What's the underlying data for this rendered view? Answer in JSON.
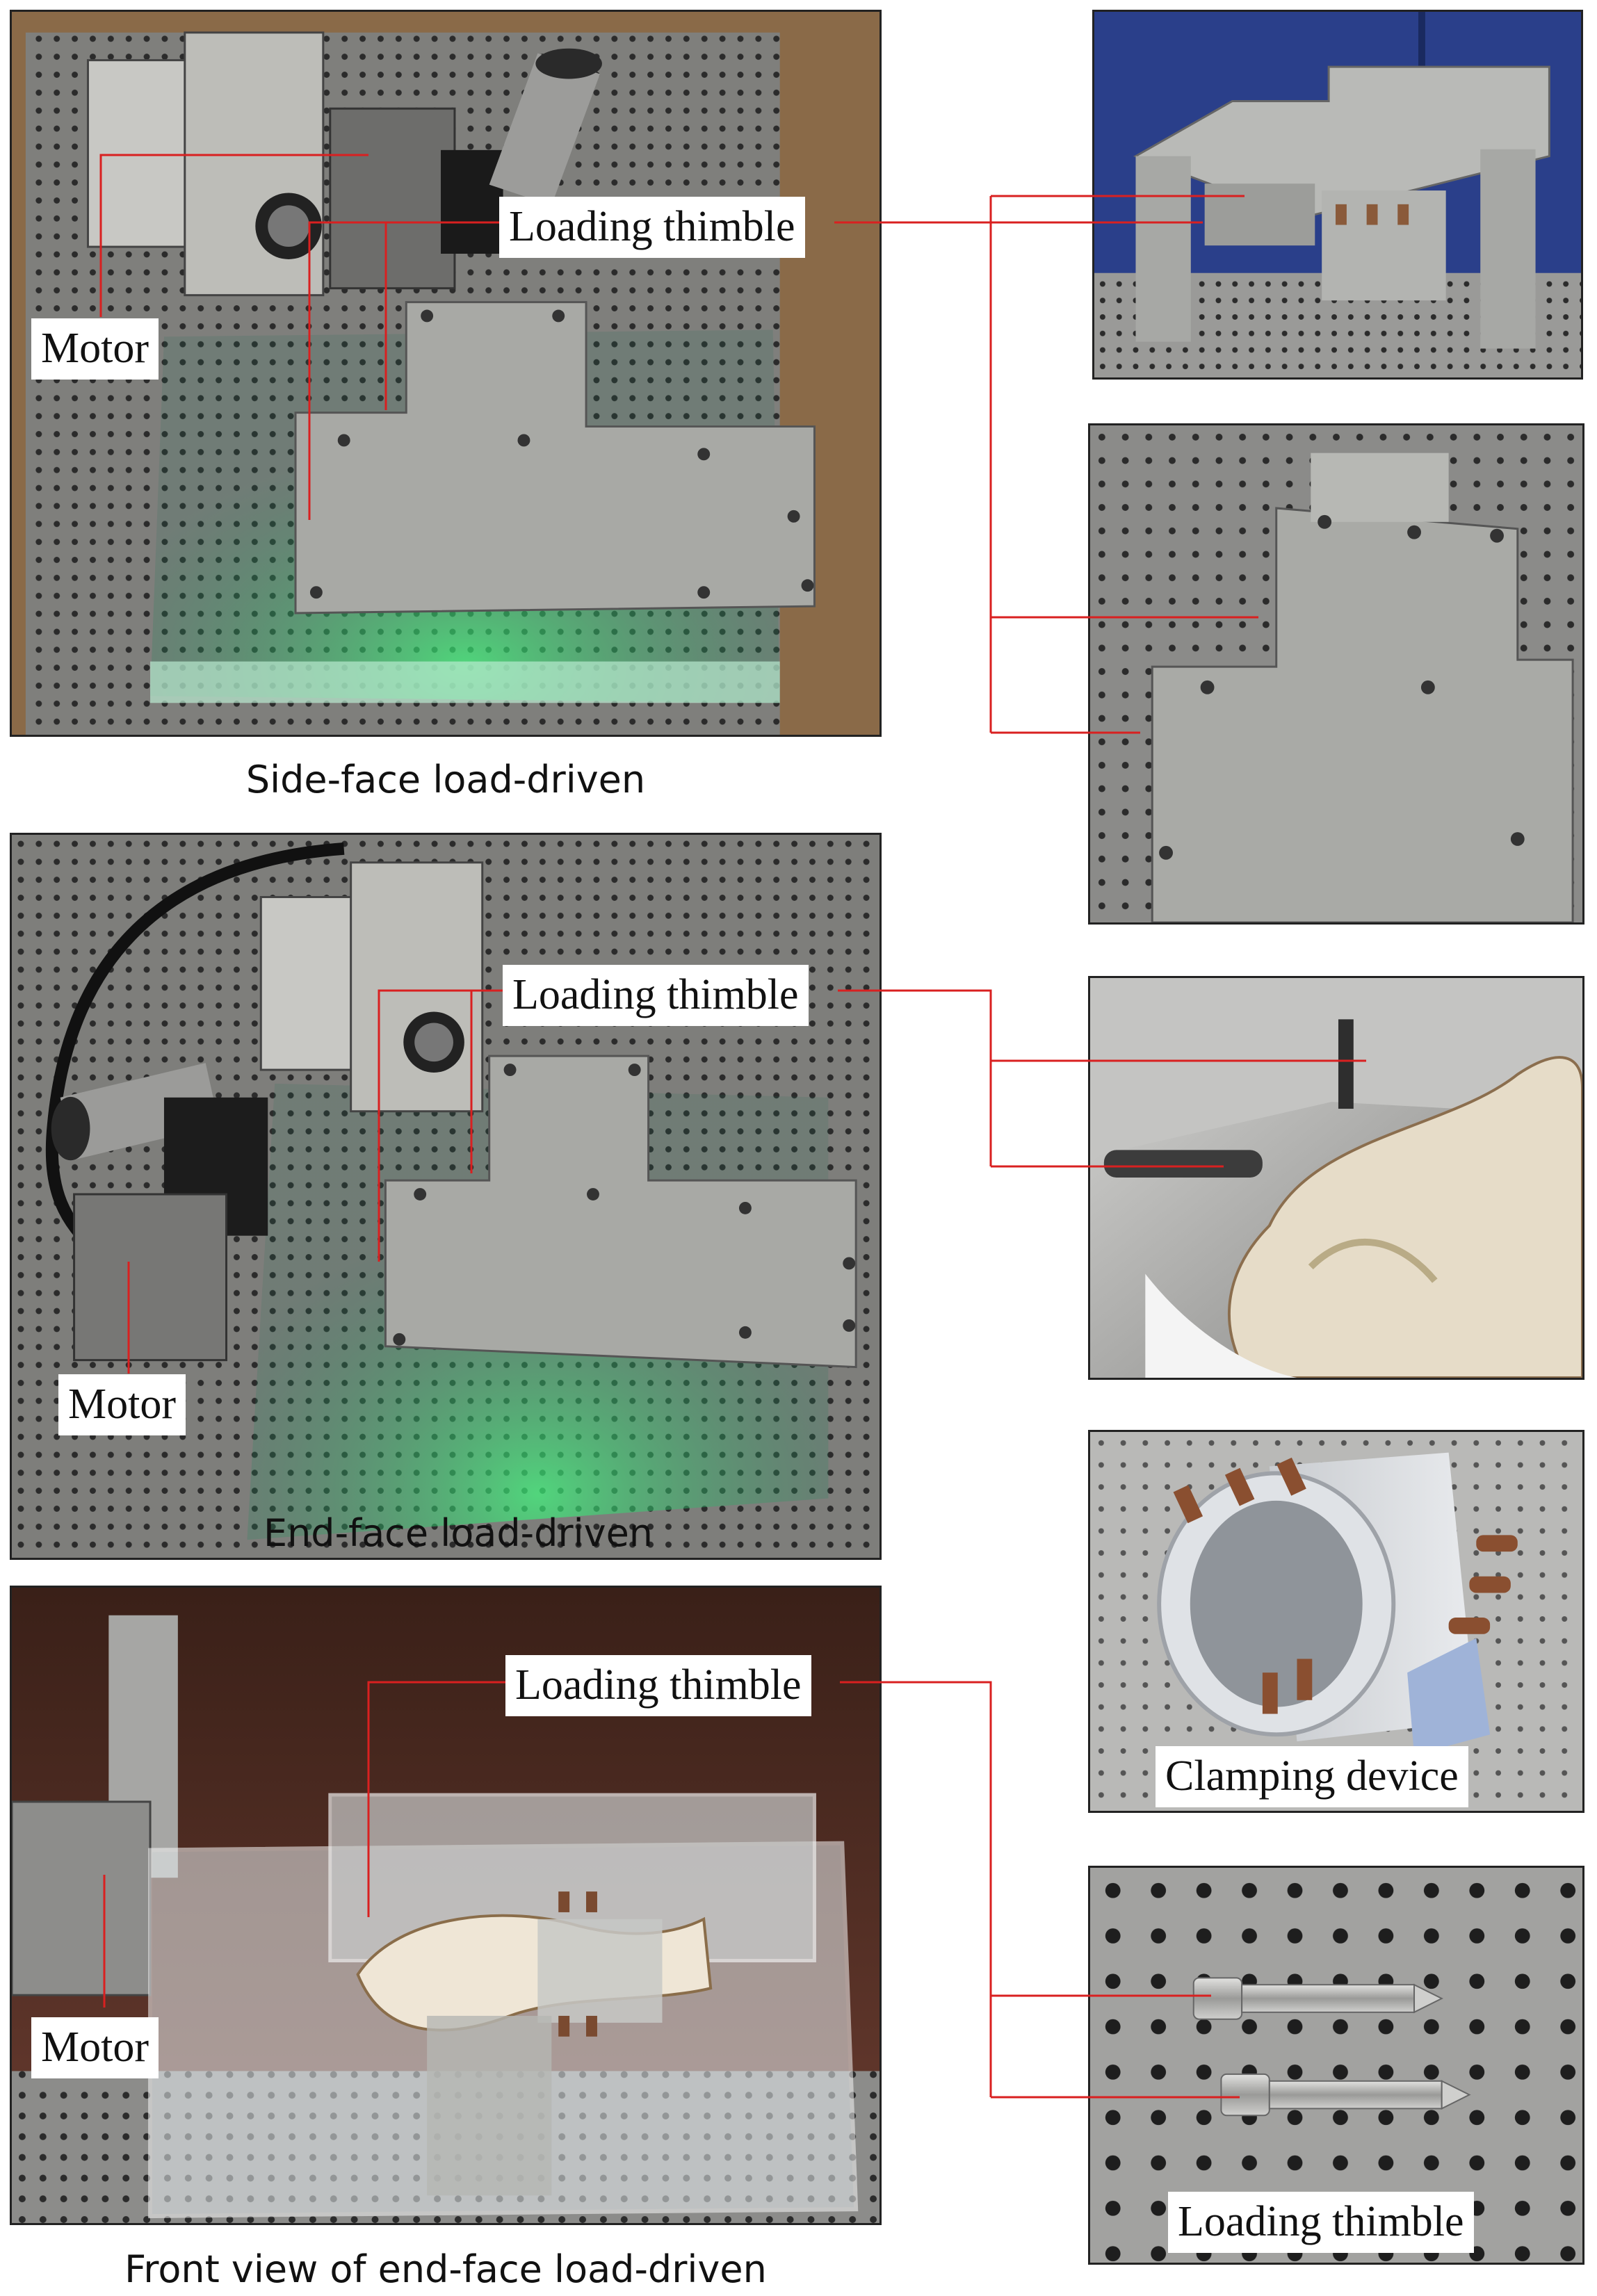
{
  "labels": {
    "loading_thimble": "Loading thimble",
    "motor": "Motor",
    "clamping_device": "Clamping device"
  },
  "captions": {
    "side_face": "Side-face load-driven",
    "end_face": "End-face load-driven",
    "front_view": "Front view of end-face load-driven"
  },
  "colors": {
    "connector": "#d92020",
    "pegboard": "#7d7d7b",
    "plate": "#a9aaa6",
    "acrylic_glow": "#35e07a",
    "background_dark": "#4a2a22"
  }
}
